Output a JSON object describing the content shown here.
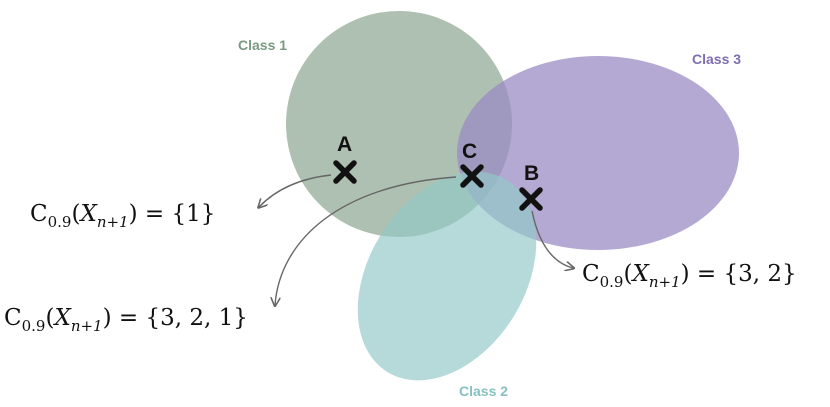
{
  "colors": {
    "class1": "#8fa894",
    "class2": "#92c9c7",
    "class3": "#9a8cc4",
    "class1_label": "#7a9a82",
    "class2_label": "#87c0c0",
    "class3_label": "#7e6fb0",
    "marker": "#111111",
    "arrow": "#666666"
  },
  "classes": [
    {
      "label": "Class 1"
    },
    {
      "label": "Class 2"
    },
    {
      "label": "Class 3"
    }
  ],
  "points": [
    {
      "label": "A"
    },
    {
      "label": "B"
    },
    {
      "label": "C"
    }
  ],
  "sets": {
    "A": {
      "prefix": "C",
      "alpha": "0.9",
      "var": "X",
      "subscript": "n+1",
      "set": "{1}"
    },
    "B": {
      "prefix": "C",
      "alpha": "0.9",
      "var": "X",
      "subscript": "n+1",
      "set": "{3, 2}"
    },
    "C": {
      "prefix": "C",
      "alpha": "0.9",
      "var": "X",
      "subscript": "n+1",
      "set": "{3, 2, 1}"
    }
  }
}
